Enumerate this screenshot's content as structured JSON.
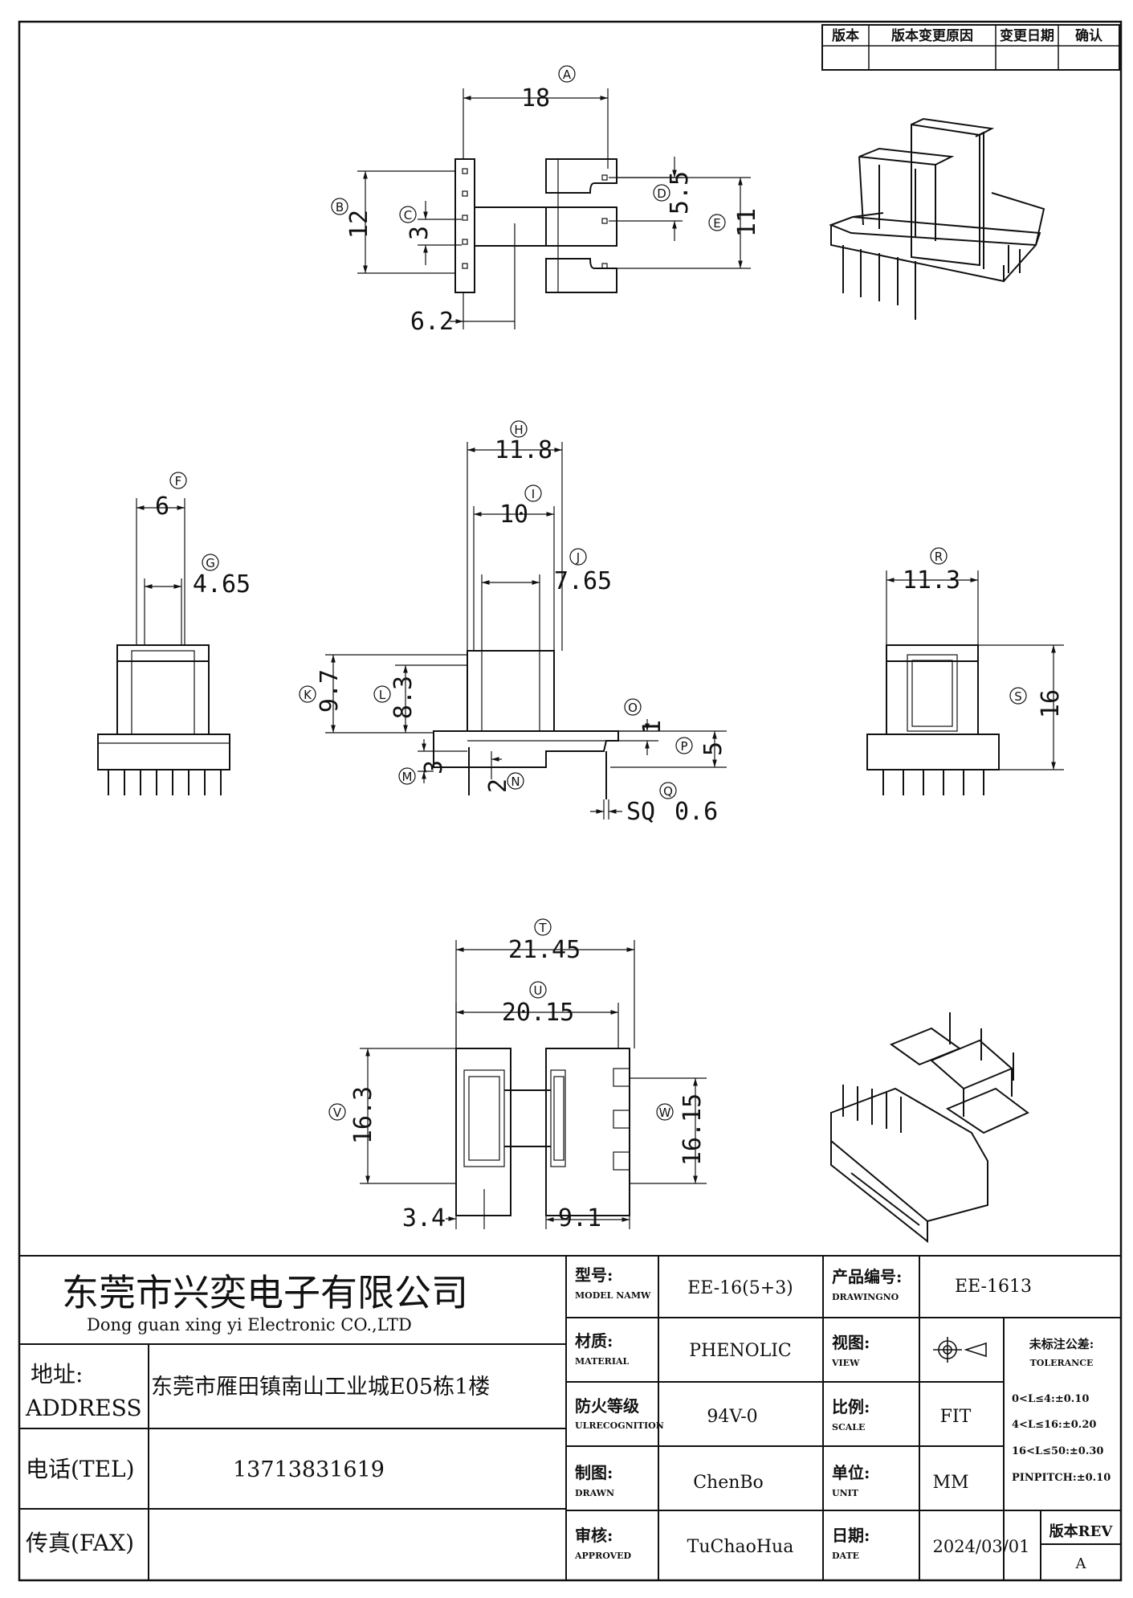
{
  "revision_table": {
    "headers": [
      "版本",
      "版本变更原因",
      "变更日期",
      "确认"
    ]
  },
  "dimensions": {
    "top_view": {
      "w18": "18",
      "h12": "12",
      "p3": "3",
      "g5_5": "5.5",
      "h11": "11",
      "d6_2": "6.2",
      "tag_a": "A",
      "tag_b": "B",
      "tag_c": "C",
      "tag_d": "D",
      "tag_e": "E"
    },
    "left_view": {
      "w6": "6",
      "w4_65": "4.65",
      "tag_f": "F",
      "tag_g": "G"
    },
    "front_view": {
      "w11_8": "11.8",
      "w10": "10",
      "w7_65": "7.65",
      "h9_7": "9.7",
      "h8_3": "8.3",
      "h3": "3",
      "h2": "2",
      "h1": "1",
      "h5": "5",
      "sq": "SQ",
      "sq_val": "0.6",
      "tag_h": "H",
      "tag_i": "I",
      "tag_j": "J",
      "tag_k": "K",
      "tag_l": "L",
      "tag_m": "M",
      "tag_n": "N",
      "tag_o": "O",
      "tag_p": "P",
      "tag_q": "Q"
    },
    "right_view": {
      "w11_3": "11.3",
      "h16": "16",
      "tag_r": "R",
      "tag_s": "S"
    },
    "bottom_view": {
      "w21_45": "21.45",
      "w20_15": "20.15",
      "h16_3": "16.3",
      "h16_15": "16.15",
      "w3_4": "3.4",
      "w9_1": "9.1",
      "tag_t": "T",
      "tag_u": "U",
      "tag_v": "V",
      "tag_w": "W"
    }
  },
  "title_block": {
    "company_cn": "东莞市兴奕电子有限公司",
    "company_en": "Dong guan xing yi Electronic CO.,LTD",
    "address_label_cn": "地址:",
    "address_label_en": "ADDRESS",
    "address_value": "东莞市雁田镇南山工业城E05栋1楼",
    "tel_label": "电话(TEL)",
    "tel_value": "13713831619",
    "fax_label": "传真(FAX)",
    "fax_value": "",
    "model_label_cn": "型号:",
    "model_label_en": "MODEL NAMW",
    "model_value": "EE-16(5+3)",
    "drawingno_label_cn": "产品编号:",
    "drawingno_label_en": "DRAWINGNO",
    "drawingno_value": "EE-1613",
    "material_label_cn": "材质:",
    "material_label_en": "MATERIAL",
    "material_value": "PHENOLIC",
    "view_label_cn": "视图:",
    "view_label_en": "VIEW",
    "fire_label_cn": "防火等级",
    "fire_label_en": "ULRECOGNITION",
    "fire_value": "94V-0",
    "scale_label_cn": "比例:",
    "scale_label_en": "SCALE",
    "scale_value": "FIT",
    "drawn_label_cn": "制图:",
    "drawn_label_en": "DRAWN",
    "drawn_value": "ChenBo",
    "unit_label_cn": "单位:",
    "unit_label_en": "UNIT",
    "unit_value": "MM",
    "approved_label_cn": "审核:",
    "approved_label_en": "APPROVED",
    "approved_value": "TuChaoHua",
    "date_label_cn": "日期:",
    "date_label_en": "DATE",
    "date_value": "2024/03/01",
    "rev_label": "版本REV",
    "rev_value": "A",
    "tolerance_title_cn": "未标注公差:",
    "tolerance_title_en": "TOLERANCE",
    "tolerance_lines": [
      "0<L≤4:±0.10",
      "4<L≤16:±0.20",
      "16<L≤50:±0.30",
      "PINPITCH:±0.10"
    ]
  }
}
